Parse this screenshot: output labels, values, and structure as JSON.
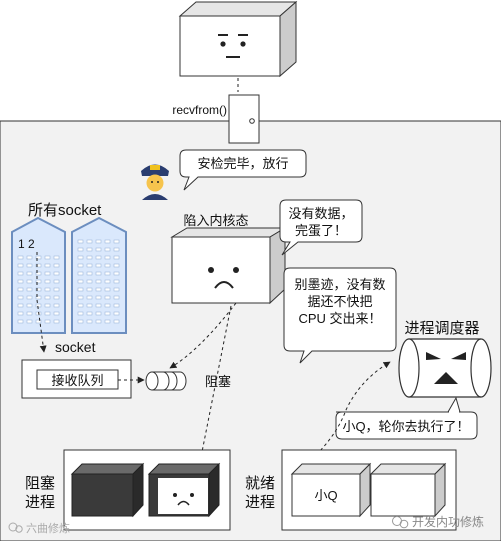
{
  "labels": {
    "recvfrom": "recvfrom()",
    "guard_bubble": "安检完毕，放行",
    "all_sockets": "所有socket",
    "building_numbers": "1 2",
    "trap_kernel": "陷入内核态",
    "no_data_bubble_line1": "没有数据，",
    "no_data_bubble_line2": "完蛋了！",
    "socket": "socket",
    "recv_queue": "接收队列",
    "blocked": "阻塞",
    "dont_wait_line1": "别墨迹，没有数",
    "dont_wait_line2": "据还不快把",
    "dont_wait_line3": "CPU 交出来！",
    "scheduler": "进程调度器",
    "run_bubble": "小Q，轮你去执行了！",
    "blocked_procs_line1": "阻塞",
    "blocked_procs_line2": "进程",
    "ready_procs_line1": "就绪",
    "ready_procs_line2": "进程",
    "xiao_q": "小Q",
    "watermark_left": "六曲修炼",
    "watermark_right": "开发内功修炼"
  },
  "icons": {
    "guard": "police-officer-icon",
    "wechat": "wechat-icon"
  },
  "colors": {
    "panel_fill": "#f2f2f2",
    "building_fill": "#dae8fc",
    "building_stroke": "#6c8ebf",
    "dark_box": "#3a3a3a"
  }
}
